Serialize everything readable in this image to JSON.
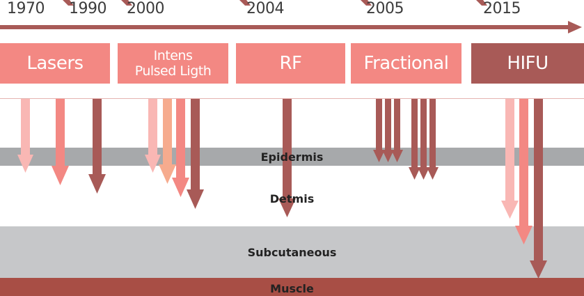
{
  "timeline": {
    "years": [
      "1970",
      "1990",
      "2000",
      "2004",
      "2005",
      "2015"
    ],
    "line_color": "#a85a57"
  },
  "technologies": [
    {
      "label": "Lasers",
      "color": "#f38883"
    },
    {
      "label": "Intens\nPulsed Ligth",
      "color": "#f38883"
    },
    {
      "label": "RF",
      "color": "#f38883"
    },
    {
      "label": "Fractional",
      "color": "#f38883"
    },
    {
      "label": "HIFU",
      "color": "#a85a57"
    }
  ],
  "layers": [
    {
      "label": "Epidermis",
      "color": "#a7a9ab"
    },
    {
      "label": "Detmis",
      "color": "#ffffff"
    },
    {
      "label": "Subcutaneous",
      "color": "#c6c7c9"
    },
    {
      "label": "Muscle",
      "color": "#a84e45"
    }
  ],
  "arrow_colors": {
    "light_pink": "#f9b7b4",
    "peach": "#f6ab8e",
    "salmon": "#f38883",
    "dark": "#a85a57"
  }
}
